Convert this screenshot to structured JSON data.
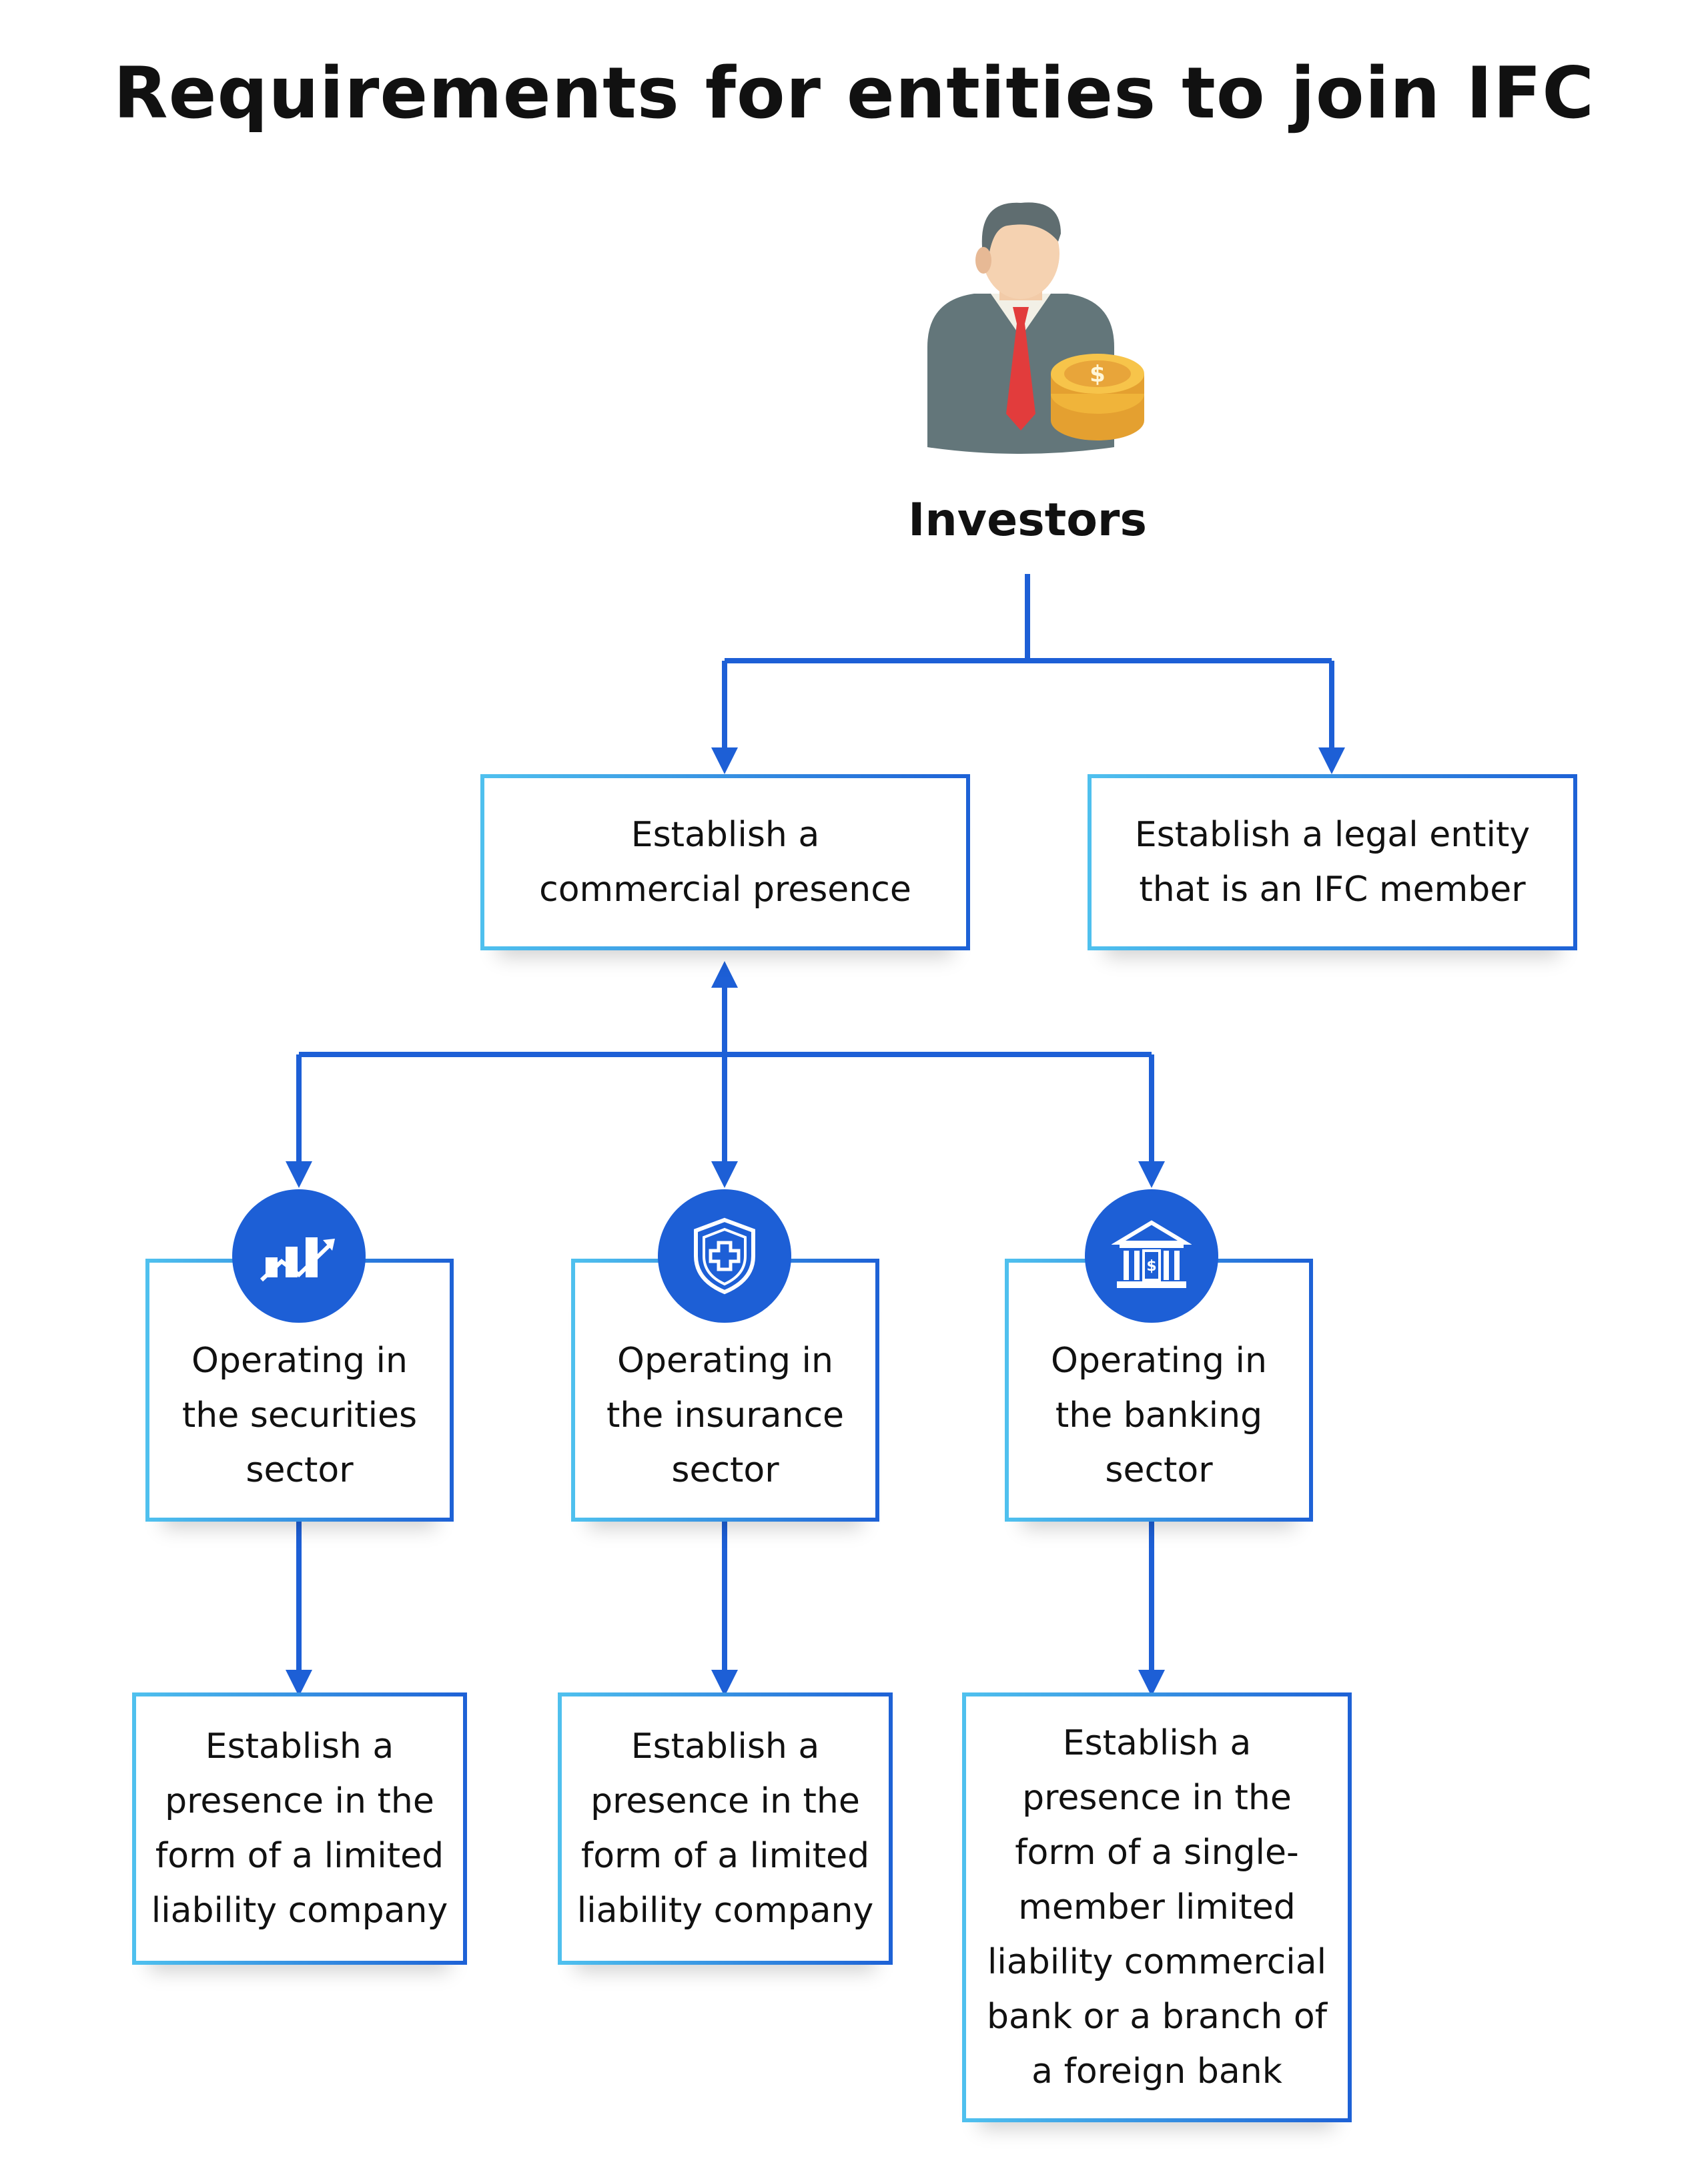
{
  "title": "Requirements for entities to join IFC",
  "root": {
    "label": "Investors",
    "icon": "investor-with-coins-icon"
  },
  "level1": [
    {
      "lines": [
        "Establish a",
        "commercial presence"
      ]
    },
    {
      "lines": [
        "Establish a legal entity",
        "that is an IFC member"
      ]
    }
  ],
  "sectors": [
    {
      "icon": "growth-chart-icon",
      "lines": [
        "Operating in",
        "the securities",
        "sector"
      ]
    },
    {
      "icon": "insurance-shield-icon",
      "lines": [
        "Operating in",
        "the insurance",
        "sector"
      ]
    },
    {
      "icon": "bank-building-icon",
      "lines": [
        "Operating in",
        "the banking",
        "sector"
      ]
    }
  ],
  "outcomes": [
    {
      "lines": [
        "Establish a",
        "presence in the",
        "form of a limited",
        "liability company"
      ]
    },
    {
      "lines": [
        "Establish a",
        "presence in the",
        "form of a limited",
        "liability company"
      ]
    },
    {
      "lines": [
        "Establish a",
        "presence in the",
        "form of a single-",
        "member limited",
        "liability commercial",
        "bank or a branch of",
        "a foreign bank"
      ]
    }
  ],
  "colors": {
    "connector": "#1d5fd6",
    "badge": "#1d5fd6",
    "border_start": "#4fc0ee",
    "border_end": "#1e62d6"
  }
}
